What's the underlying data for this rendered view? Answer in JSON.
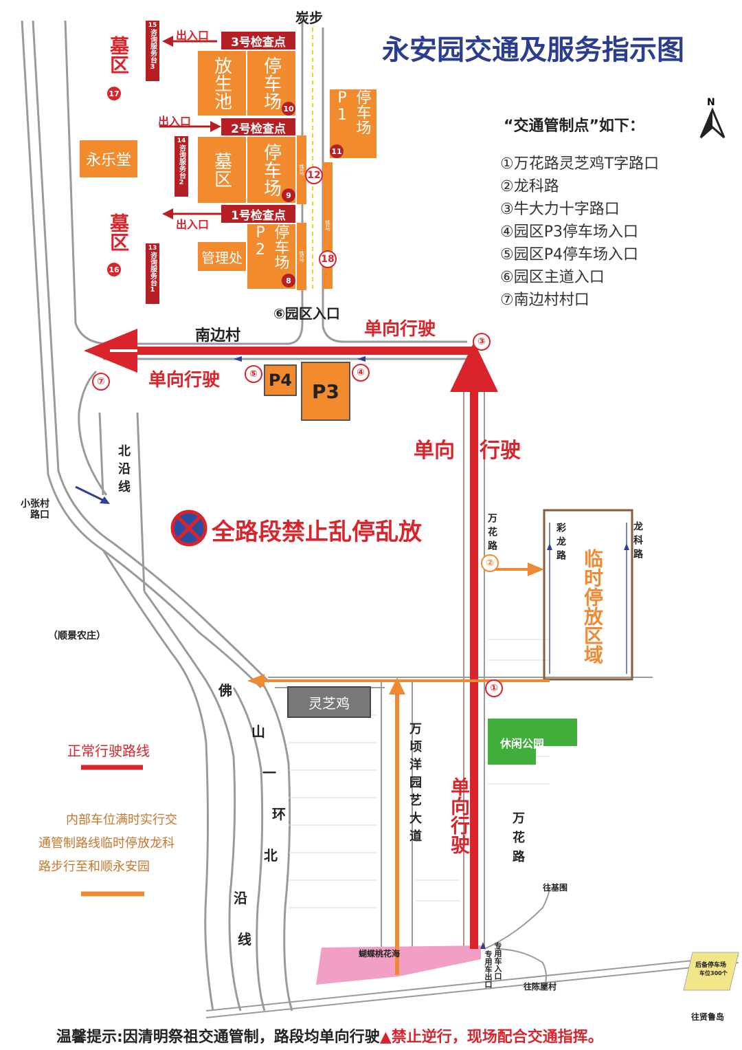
{
  "title": "永安园交通及服务指示图",
  "top_road": "炭步",
  "control_points": {
    "heading": "“交通管制点”如下：",
    "items": [
      "①万花路灵芝鸡T字路口",
      "②龙科路",
      "③牛大力十字路口",
      "④园区P3停车场入口",
      "⑤园区P4停车场入口",
      "⑥园区主道入口",
      "⑦南边村村口"
    ]
  },
  "checkpoints": [
    "3号检查点",
    "2号检查点",
    "1号检查点"
  ],
  "entrance_label": "出入口",
  "service_desks": [
    "咨询服务台3",
    "咨询服务台2",
    "咨询服务台1"
  ],
  "service_desk_nums": [
    "15",
    "14",
    "13"
  ],
  "blocks": {
    "fangsheng": "放生池",
    "parking10": "停车场",
    "parking10_num": "10",
    "cemetery_mid": "墓区",
    "parking9": "停车场",
    "parking9_num": "9",
    "mgmt": "管理处",
    "parking_p2": "停车场P2",
    "parking_p2_num": "8",
    "parking_p1": "停车场P1",
    "parking_p1_num": "11",
    "yongle": "永乐堂",
    "cemetery17": "墓区",
    "cemetery17_num": "17",
    "cemetery16": "墓区",
    "cemetery16_num": "16",
    "railway": "铁马",
    "pole12": "12",
    "pole18": "18"
  },
  "park_entrance": "⑥园区入口",
  "nanbian": "南边村",
  "one_way": "单向行驶",
  "one_way_split": [
    "单向",
    "行驶"
  ],
  "p4": "P4",
  "p3": "P3",
  "beiyan": "北沿线",
  "xiaozhang": [
    "小张村",
    "路口"
  ],
  "no_parking": "全路段禁止乱停乱放",
  "wanhua_top": "万花路",
  "wanhua_bottom": "万花路",
  "cailong": "彩龙路",
  "longke": "龙科路",
  "temp_zone": "临时停放区域",
  "shunjing": "（顺景农庄）",
  "foshan_chars": [
    "佛",
    "山",
    "一",
    "环",
    "北",
    "沿",
    "线"
  ],
  "lingzhiji": "灵芝鸡",
  "leisure_park": "休闲公园",
  "wanqing": "万顷洋园艺大道",
  "flower_sea": "蝴蝶桃花海",
  "to_jiwei": "往基围",
  "to_chenwu": "往陈屋村",
  "to_xianlu": "往贤鲁岛",
  "special_in": "专用车入口",
  "special_out": "专用车出口",
  "reserve_parking": [
    "后备停车场",
    "车位300个"
  ],
  "legend": {
    "normal": "正常行驶路线",
    "normal_color": "#d9242b",
    "alt_lines": [
      "内部车位满时实行交",
      "通管制路线临时停放龙科",
      "路步行至和顺永安园"
    ],
    "alt_color": "#ef8a33"
  },
  "footer": {
    "part1": "温馨提示:因清明祭祖交通管制，路段均单向行驶",
    "part2": "▲禁止逆行，现场配合交通指挥。"
  }
}
